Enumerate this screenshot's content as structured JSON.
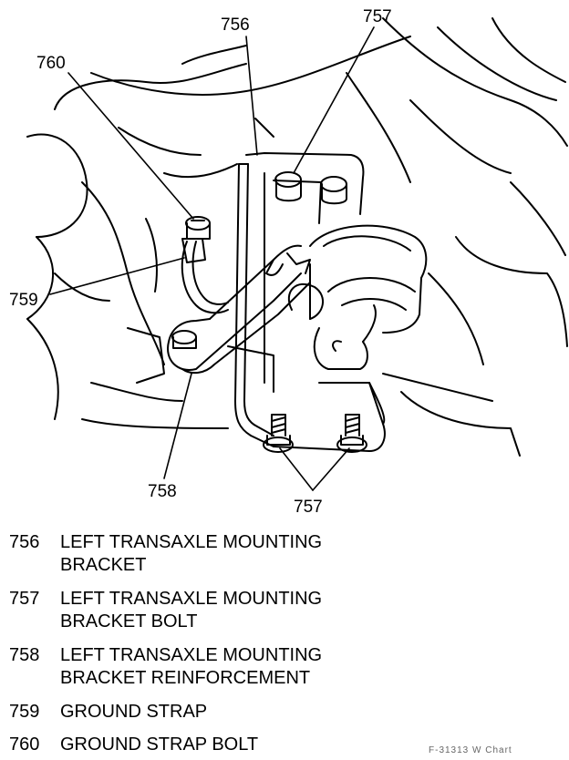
{
  "callouts": {
    "c756": "756",
    "c757_top": "757",
    "c757_bottom": "757",
    "c758": "758",
    "c759": "759",
    "c760": "760"
  },
  "legend": [
    {
      "num": "756",
      "text": "LEFT TRANSAXLE MOUNTING\nBRACKET"
    },
    {
      "num": "757",
      "text": "LEFT TRANSAXLE MOUNTING\nBRACKET BOLT"
    },
    {
      "num": "758",
      "text": "LEFT TRANSAXLE MOUNTING\nBRACKET REINFORCEMENT"
    },
    {
      "num": "759",
      "text": "GROUND STRAP"
    },
    {
      "num": "760",
      "text": "GROUND STRAP BOLT"
    }
  ],
  "reference": "F-31313 W Chart",
  "colors": {
    "ink": "#000000",
    "paper": "#ffffff"
  }
}
